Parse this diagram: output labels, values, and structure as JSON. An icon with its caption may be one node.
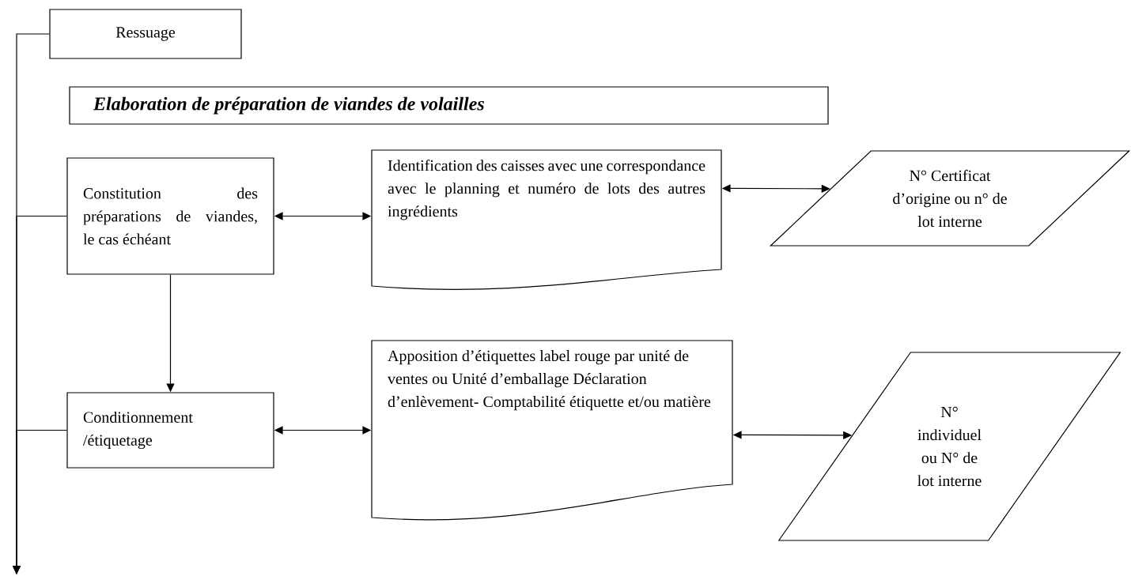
{
  "diagram": {
    "nodes": [
      {
        "text": [
          "Ressuage"
        ]
      },
      {
        "text": [
          "Elaboration de préparation de viandes de volailles"
        ]
      },
      {
        "text": [
          "Constitution des préparations de viandes, le cas échéant"
        ]
      },
      {
        "text": [
          "Identification des caisses avec une correspondance avec le planning et numéro de lots des autres ingrédients"
        ]
      },
      {
        "text": [
          "N° Certificat d’origine ou n° de lot interne"
        ]
      },
      {
        "text": [
          "Conditionnement /étiquetage"
        ]
      },
      {
        "text": [
          "Apposition d’étiquettes label rouge par unité de ventes ou Unité d’emballage Déclaration d’enlèvement- Comptabilité étiquette et/ou matière"
        ]
      },
      {
        "text": [
          "N° individuel ou N° de lot interne"
        ]
      }
    ],
    "edges": [
      {
        "from": 0,
        "to": null,
        "arrow": "to"
      },
      {
        "from": 2,
        "to": null,
        "arrow": "to"
      },
      {
        "from": 2,
        "to": 3,
        "arrow": "both"
      },
      {
        "from": 3,
        "to": 4,
        "arrow": "both"
      },
      {
        "from": 2,
        "to": 5,
        "arrow": "to"
      },
      {
        "from": 5,
        "to": null,
        "arrow": "to"
      },
      {
        "from": 5,
        "to": 6,
        "arrow": "both"
      },
      {
        "from": 6,
        "to": 7,
        "arrow": "both"
      }
    ]
  }
}
